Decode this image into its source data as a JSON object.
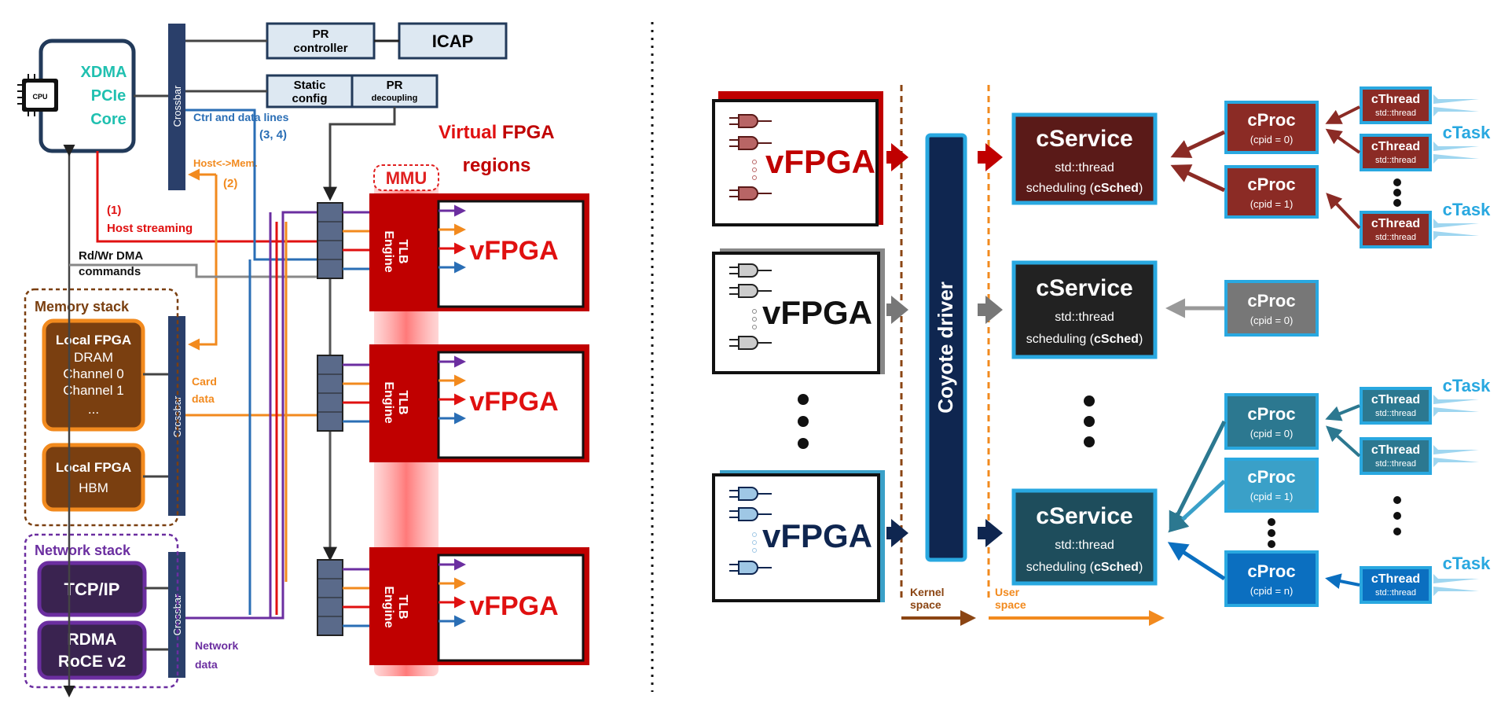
{
  "left": {
    "cpu_label": "CPU",
    "xdma": [
      "XDMA",
      "PCIe",
      "Core"
    ],
    "crossbar": "Crossbar",
    "pr_controller": [
      "PR",
      "controller"
    ],
    "icap": "ICAP",
    "static_config": [
      "Static",
      "config"
    ],
    "pr_decoupling": [
      "PR",
      "decoupling"
    ],
    "ctrl_lines": [
      "Ctrl and data lines",
      "(3, 4)"
    ],
    "host_mem": [
      "Host<->Mem.",
      "(2)"
    ],
    "host_streaming": [
      "(1)",
      "Host streaming"
    ],
    "rdwr_dma": [
      "Rd/Wr DMA",
      "commands"
    ],
    "virtual_regions": [
      "Virtual FPGA",
      "regions"
    ],
    "mmu": "MMU",
    "memory_stack": {
      "title": "Memory stack",
      "dram": [
        "Local FPGA",
        "DRAM",
        "Channel 0",
        "Channel 1",
        "..."
      ],
      "hbm": [
        "Local FPGA",
        "HBM"
      ]
    },
    "card_data": [
      "Card",
      "data"
    ],
    "network_stack": {
      "title": "Network stack",
      "tcp": "TCP/IP",
      "rdma": [
        "RDMA",
        "RoCE v2"
      ]
    },
    "network_data": [
      "Network",
      "data"
    ],
    "tlb": "TLB",
    "engine": "Engine",
    "vfpga": "vFPGA"
  },
  "right": {
    "vfpga": "vFPGA",
    "coyote_driver": "Coyote driver",
    "kernel_space": [
      "Kernel",
      "space"
    ],
    "user_space": [
      "User",
      "space"
    ],
    "cservice": {
      "title": "cService",
      "line1": "std::thread",
      "line2_prefix": "scheduling (",
      "line2_bold": "cSched",
      "line2_suffix": ")"
    },
    "cproc": "cProc",
    "cpid": [
      "(cpid = 0)",
      "(cpid = 1)",
      "(cpid = 0)",
      "(cpid = 0)",
      "(cpid = 1)",
      "(cpid = n)"
    ],
    "cthread": "cThread",
    "stdthread": "std::thread",
    "ctask": "cTask"
  },
  "colors": {
    "red_main": "#c00000",
    "red_dark": "#a51c1c",
    "brown_dark": "#5a1a18",
    "brown_proc": "#8b2b25",
    "brown_thread": "#b04030",
    "gray_dark": "#222222",
    "gray_proc": "#777777",
    "teal_dark": "#1e4d5c",
    "teal_proc": "#2c7890",
    "blue_light": "#3aa0c8",
    "blue_proc": "#0b6fc0",
    "navy": "#0f2650",
    "cyan": "#29a8e0",
    "orange": "#f28a1e",
    "purple": "#6b2ea0",
    "blue_line": "#2a6eb5",
    "memory_brown": "#7a3f10"
  }
}
